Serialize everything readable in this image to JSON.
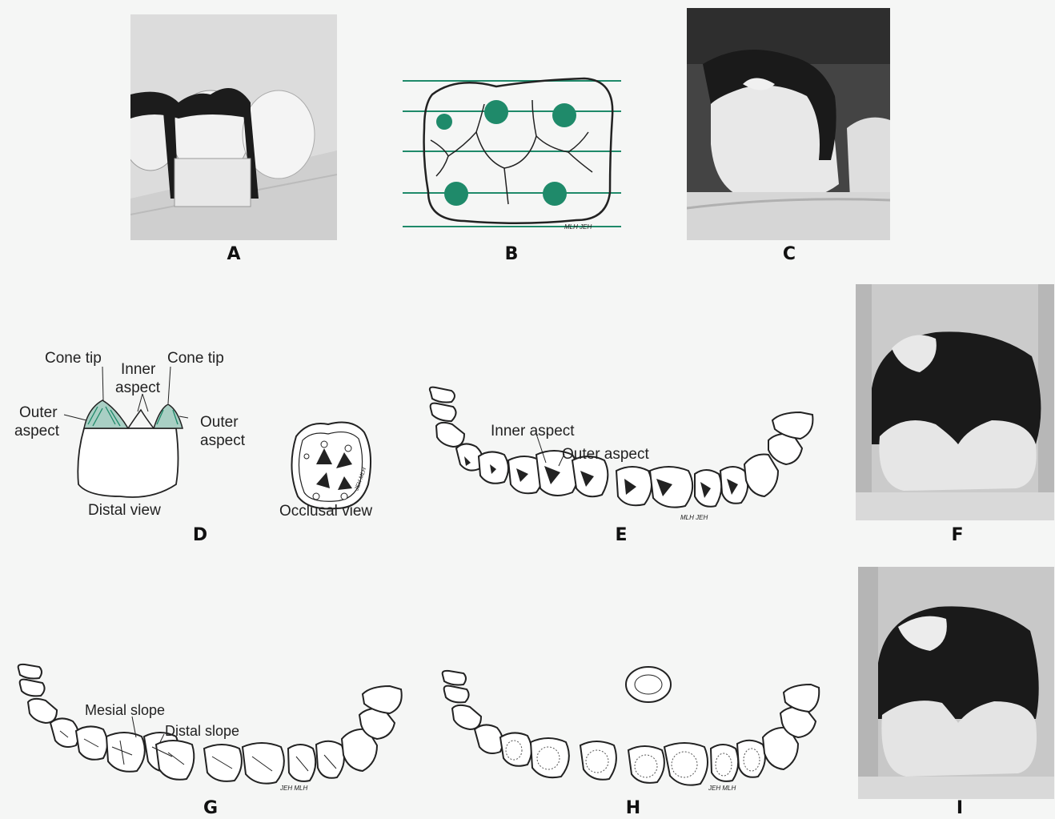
{
  "panels": {
    "a": {
      "letter": "A"
    },
    "b": {
      "letter": "B",
      "initials": "MLH JEH"
    },
    "c": {
      "letter": "C"
    },
    "d": {
      "letter": "D",
      "cone_tip_left": "Cone tip",
      "cone_tip_right": "Cone tip",
      "inner_aspect_line1": "Inner",
      "inner_aspect_line2": "aspect",
      "outer_aspect_left_line1": "Outer",
      "outer_aspect_left_line2": "aspect",
      "outer_aspect_right_line1": "Outer",
      "outer_aspect_right_line2": "aspect",
      "distal_view": "Distal view",
      "occlusal_view": "Occlusal view",
      "initials": "JEH MLH"
    },
    "e": {
      "letter": "E",
      "inner_aspect": "Inner aspect",
      "outer_aspect": "Outer aspect",
      "initials": "MLH JEH"
    },
    "f": {
      "letter": "F"
    },
    "g": {
      "letter": "G",
      "mesial_slope": "Mesial slope",
      "distal_slope": "Distal slope",
      "initials": "JEH MLH"
    },
    "h": {
      "letter": "H",
      "initials": "JEH MLH"
    },
    "i": {
      "letter": "I"
    }
  },
  "colors": {
    "accent": "#1f8a6a",
    "accent_fill": "#a9cfc4",
    "ink": "#222222",
    "photo_dark": "#1c1c1c"
  }
}
